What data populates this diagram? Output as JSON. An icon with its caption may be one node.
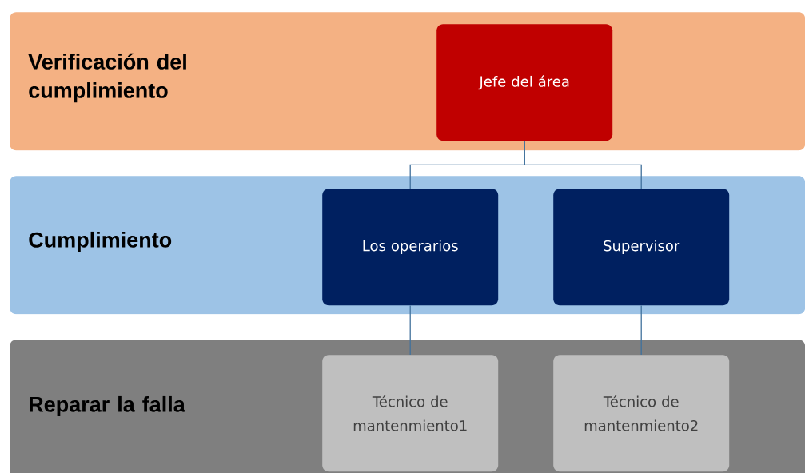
{
  "diagram": {
    "nodes": [
      {
        "text": [
          "Verificación del cumplimiento"
        ]
      },
      {
        "text": [
          "Jefe del área"
        ],
        "in": 0
      },
      {
        "text": [
          "Cumplimiento"
        ]
      },
      {
        "text": [
          "Los operarios"
        ],
        "in": 2
      },
      {
        "text": [
          "Supervisor"
        ],
        "in": 2
      },
      {
        "text": [
          "Reparar la falla"
        ]
      },
      {
        "text": [
          "Técnico de mantenmiento1"
        ],
        "in": 5
      },
      {
        "text": [
          "Técnico de mantenmiento2"
        ],
        "in": 5
      }
    ],
    "edges": [
      {
        "from": 1,
        "to": 3,
        "arrow": "none"
      },
      {
        "from": 1,
        "to": 4,
        "arrow": "none"
      },
      {
        "from": 3,
        "to": 6,
        "arrow": "none"
      },
      {
        "from": 4,
        "to": 7,
        "arrow": "none"
      }
    ]
  }
}
